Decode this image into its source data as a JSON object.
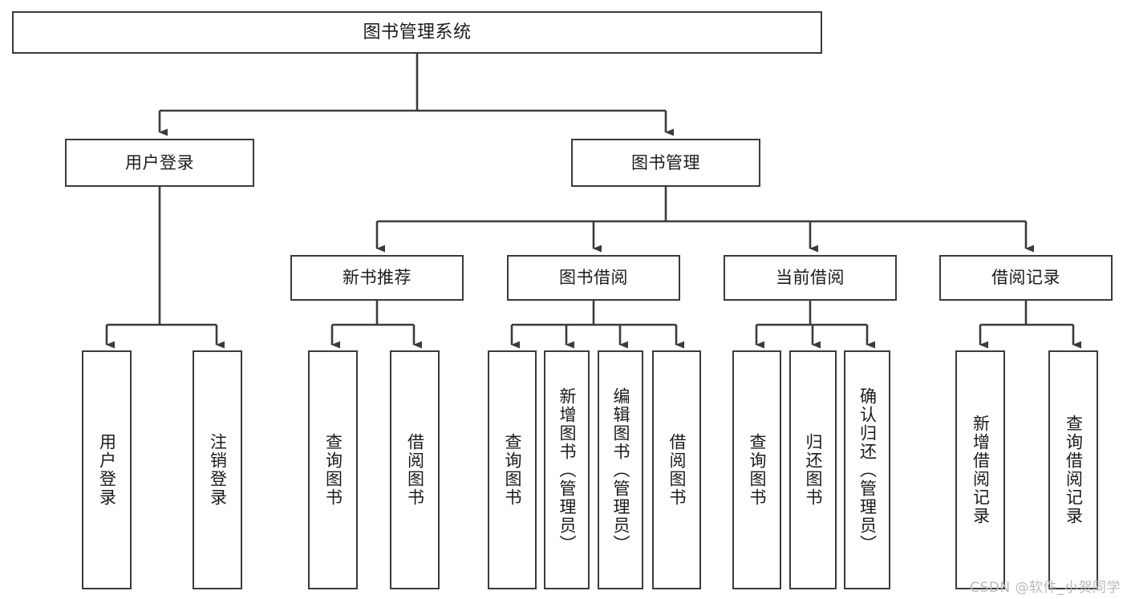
{
  "diagram": {
    "type": "tree-hierarchy",
    "title": "图书管理系统",
    "watermark": "CSDN @软件_小贺同学",
    "colors": {
      "background": "#ffffff",
      "box_border": "#3b3b3b",
      "box_fill": "#ffffff",
      "connector": "#3b3b3b",
      "text": "#1b1b1b",
      "watermark": "#b9b9b9"
    },
    "nodes": {
      "root": {
        "id": "root",
        "label": "图书管理系统",
        "level": 1,
        "orientation": "horizontal"
      },
      "level2": [
        {
          "id": "user-login",
          "label": "用户登录",
          "level": 2,
          "orientation": "horizontal"
        },
        {
          "id": "book-manage",
          "label": "图书管理",
          "level": 2,
          "orientation": "horizontal"
        }
      ],
      "level3": [
        {
          "id": "new-book-recommend",
          "label": "新书推荐",
          "level": 3,
          "orientation": "horizontal",
          "parent": "book-manage"
        },
        {
          "id": "book-borrow",
          "label": "图书借阅",
          "level": 3,
          "orientation": "horizontal",
          "parent": "book-manage"
        },
        {
          "id": "current-borrow",
          "label": "当前借阅",
          "level": 3,
          "orientation": "horizontal",
          "parent": "book-manage"
        },
        {
          "id": "borrow-record",
          "label": "借阅记录",
          "level": 3,
          "orientation": "horizontal",
          "parent": "book-manage"
        }
      ],
      "leaves": [
        {
          "id": "leaf-user-login",
          "label": "用户登录",
          "parent": "user-login",
          "orientation": "vertical"
        },
        {
          "id": "leaf-user-logout",
          "label": "注销登录",
          "parent": "user-login",
          "orientation": "vertical"
        },
        {
          "id": "leaf-query-book-1",
          "label": "查询图书",
          "parent": "new-book-recommend",
          "orientation": "vertical"
        },
        {
          "id": "leaf-borrow-book-1",
          "label": "借阅图书",
          "parent": "new-book-recommend",
          "orientation": "vertical"
        },
        {
          "id": "leaf-query-book-2",
          "label": "查询图书",
          "parent": "book-borrow",
          "orientation": "vertical"
        },
        {
          "id": "leaf-add-book",
          "label": "新增图书（管理员）",
          "parent": "book-borrow",
          "orientation": "vertical"
        },
        {
          "id": "leaf-edit-book",
          "label": "编辑图书（管理员）",
          "parent": "book-borrow",
          "orientation": "vertical"
        },
        {
          "id": "leaf-borrow-book-2",
          "label": "借阅图书",
          "parent": "book-borrow",
          "orientation": "vertical"
        },
        {
          "id": "leaf-query-book-3",
          "label": "查询图书",
          "parent": "current-borrow",
          "orientation": "vertical"
        },
        {
          "id": "leaf-return-book",
          "label": "归还图书",
          "parent": "current-borrow",
          "orientation": "vertical"
        },
        {
          "id": "leaf-confirm-return",
          "label": "确认归还（管理员）",
          "parent": "current-borrow",
          "orientation": "vertical"
        },
        {
          "id": "leaf-add-record",
          "label": "新增借阅记录",
          "parent": "borrow-record",
          "orientation": "vertical"
        },
        {
          "id": "leaf-query-record",
          "label": "查询借阅记录",
          "parent": "borrow-record",
          "orientation": "vertical"
        }
      ]
    },
    "edges": [
      {
        "from": "root",
        "to": "user-login"
      },
      {
        "from": "root",
        "to": "book-manage"
      },
      {
        "from": "book-manage",
        "to": "new-book-recommend"
      },
      {
        "from": "book-manage",
        "to": "book-borrow"
      },
      {
        "from": "book-manage",
        "to": "current-borrow"
      },
      {
        "from": "book-manage",
        "to": "borrow-record"
      },
      {
        "from": "user-login",
        "to": "leaf-user-login"
      },
      {
        "from": "user-login",
        "to": "leaf-user-logout"
      },
      {
        "from": "new-book-recommend",
        "to": "leaf-query-book-1"
      },
      {
        "from": "new-book-recommend",
        "to": "leaf-borrow-book-1"
      },
      {
        "from": "book-borrow",
        "to": "leaf-query-book-2"
      },
      {
        "from": "book-borrow",
        "to": "leaf-add-book"
      },
      {
        "from": "book-borrow",
        "to": "leaf-edit-book"
      },
      {
        "from": "book-borrow",
        "to": "leaf-borrow-book-2"
      },
      {
        "from": "current-borrow",
        "to": "leaf-query-book-3"
      },
      {
        "from": "current-borrow",
        "to": "leaf-return-book"
      },
      {
        "from": "current-borrow",
        "to": "leaf-confirm-return"
      },
      {
        "from": "borrow-record",
        "to": "leaf-add-record"
      },
      {
        "from": "borrow-record",
        "to": "leaf-query-record"
      }
    ]
  }
}
